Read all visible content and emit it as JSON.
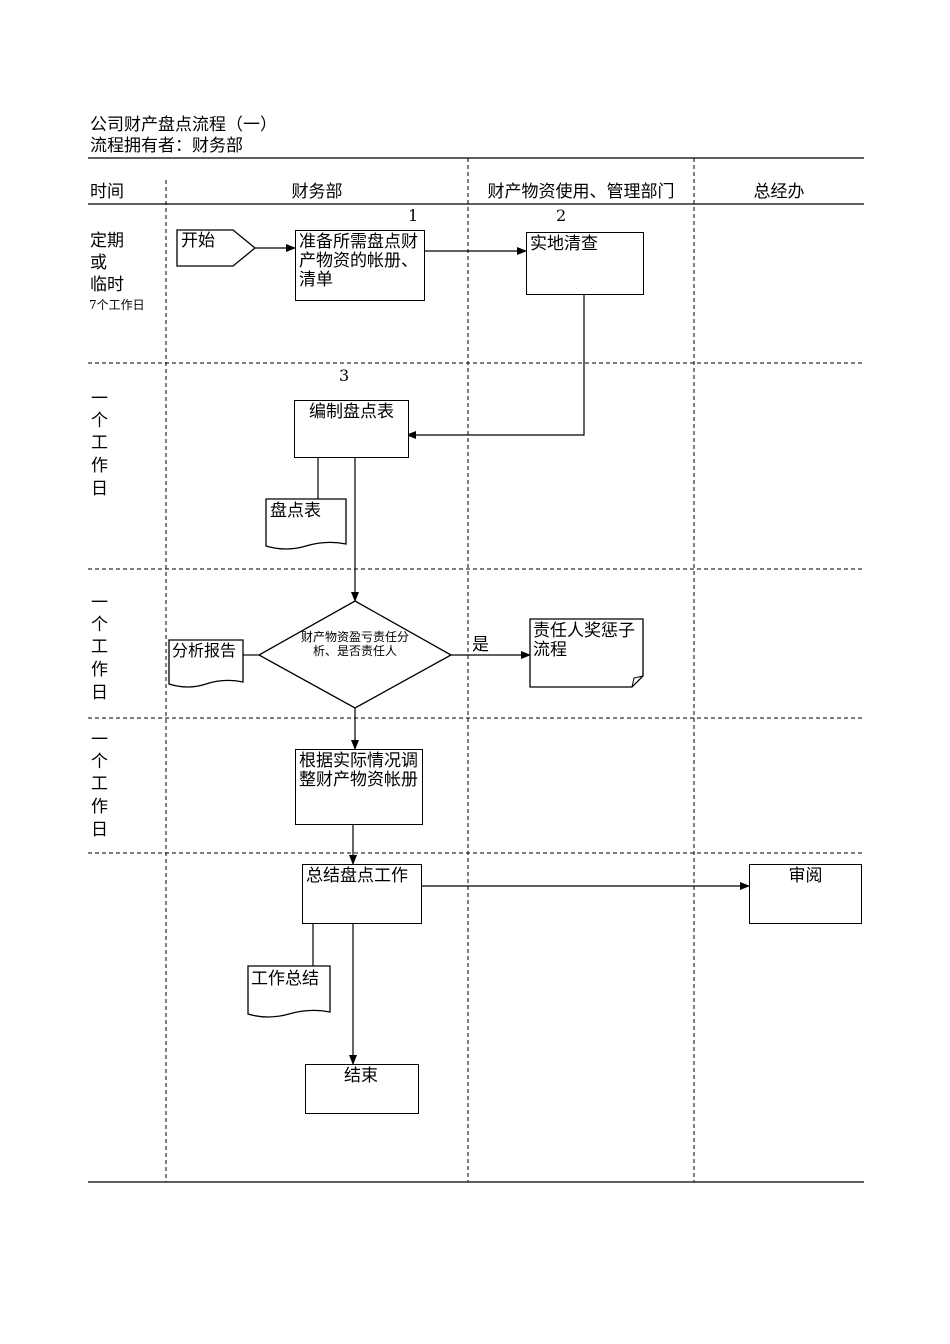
{
  "header": {
    "title": "公司财产盘点流程（一）",
    "owner": "流程拥有者：财务部"
  },
  "lanes": {
    "time": "时间",
    "finance": "财务部",
    "user_dept": "财产物资使用、管理部门",
    "gm_office": "总经办"
  },
  "periods": {
    "p1_line1": "定期",
    "p1_line2": "或",
    "p1_line3": "临时",
    "p1_days": "7个工作日",
    "p2": [
      "一",
      "个",
      "工",
      "作",
      "日"
    ],
    "p3": [
      "一",
      "个",
      "工",
      "作",
      "日"
    ],
    "p4": [
      "一",
      "个",
      "工",
      "作",
      "日"
    ]
  },
  "steps": {
    "n1": "1",
    "n2": "2",
    "n3": "3",
    "start": "开始",
    "prepare": "准备所需盘点财产物资的帐册、清单",
    "inspect": "实地清查",
    "compile": "编制盘点表",
    "sheet_doc": "盘点表",
    "decision": "财产物资盈亏责任分析、是否责任人",
    "yes": "是",
    "reward": "责任人奖惩子流程",
    "report_doc": "分析报告",
    "adjust": "根据实际情况调整财产物资帐册",
    "summary": "总结盘点工作",
    "summary_doc": "工作总结",
    "review": "审阅",
    "end": "结束"
  }
}
